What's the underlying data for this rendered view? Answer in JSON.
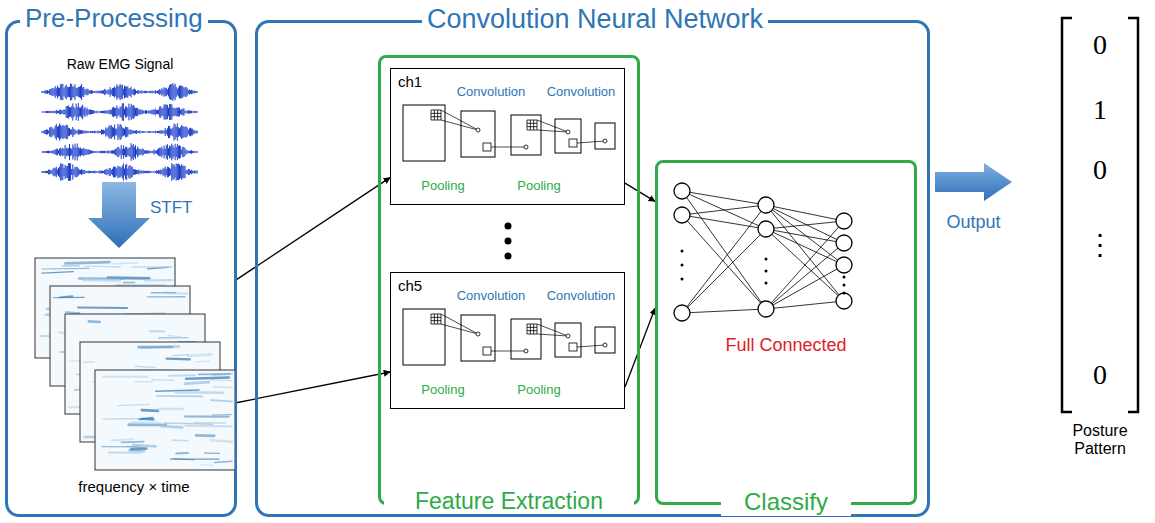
{
  "diagram": {
    "nodes": [
      {
        "text": [
          "Pre-Processing"
        ]
      },
      {
        "text": [
          "Convolution Neural Network"
        ]
      },
      {
        "text": [
          "Feature Extraction"
        ],
        "in": 1
      },
      {
        "text": [
          "ch1",
          "Convolution",
          "Convolution",
          "Pooling",
          "Pooling"
        ],
        "in": 2
      },
      {
        "text": [
          "ch5",
          "Convolution",
          "Convolution",
          "Pooling",
          "Pooling"
        ],
        "in": 2
      },
      {
        "text": [
          "Full Connected",
          "Classify"
        ],
        "in": 1
      },
      {
        "text": [
          "frequency × time"
        ],
        "in": 0
      },
      {
        "text": [
          "0",
          "1",
          "0",
          "⋮",
          "0",
          "Posture Pattern"
        ]
      }
    ],
    "edges": [
      {
        "from": 6,
        "to": 3,
        "arrow": "to"
      },
      {
        "from": 6,
        "to": 4,
        "arrow": "to"
      },
      {
        "from": 3,
        "to": 5,
        "arrow": "to"
      },
      {
        "from": 4,
        "to": 5,
        "arrow": "to"
      },
      {
        "from": 1,
        "to": 7,
        "label": "Output",
        "arrow": "to"
      }
    ],
    "labels": [
      "Raw EMG Signal",
      "STFT"
    ]
  }
}
